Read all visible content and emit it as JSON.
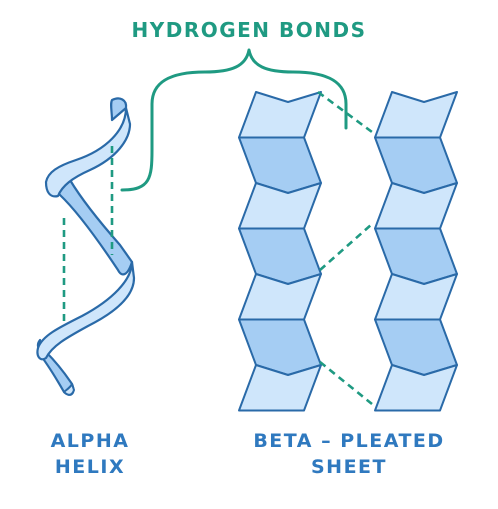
{
  "title": "HYDROGEN BONDS",
  "alpha_helix": {
    "line1": "ALPHA",
    "line2": "HELIX"
  },
  "beta_sheet": {
    "line1": "BETA – PLEATED",
    "line2": "SHEET"
  },
  "colors": {
    "bond": "#1f9a82",
    "label": "#2f79bf",
    "outline": "#2a6aa8",
    "fill_light": "#cfe6fb",
    "fill_dark": "#a5cdf3"
  }
}
